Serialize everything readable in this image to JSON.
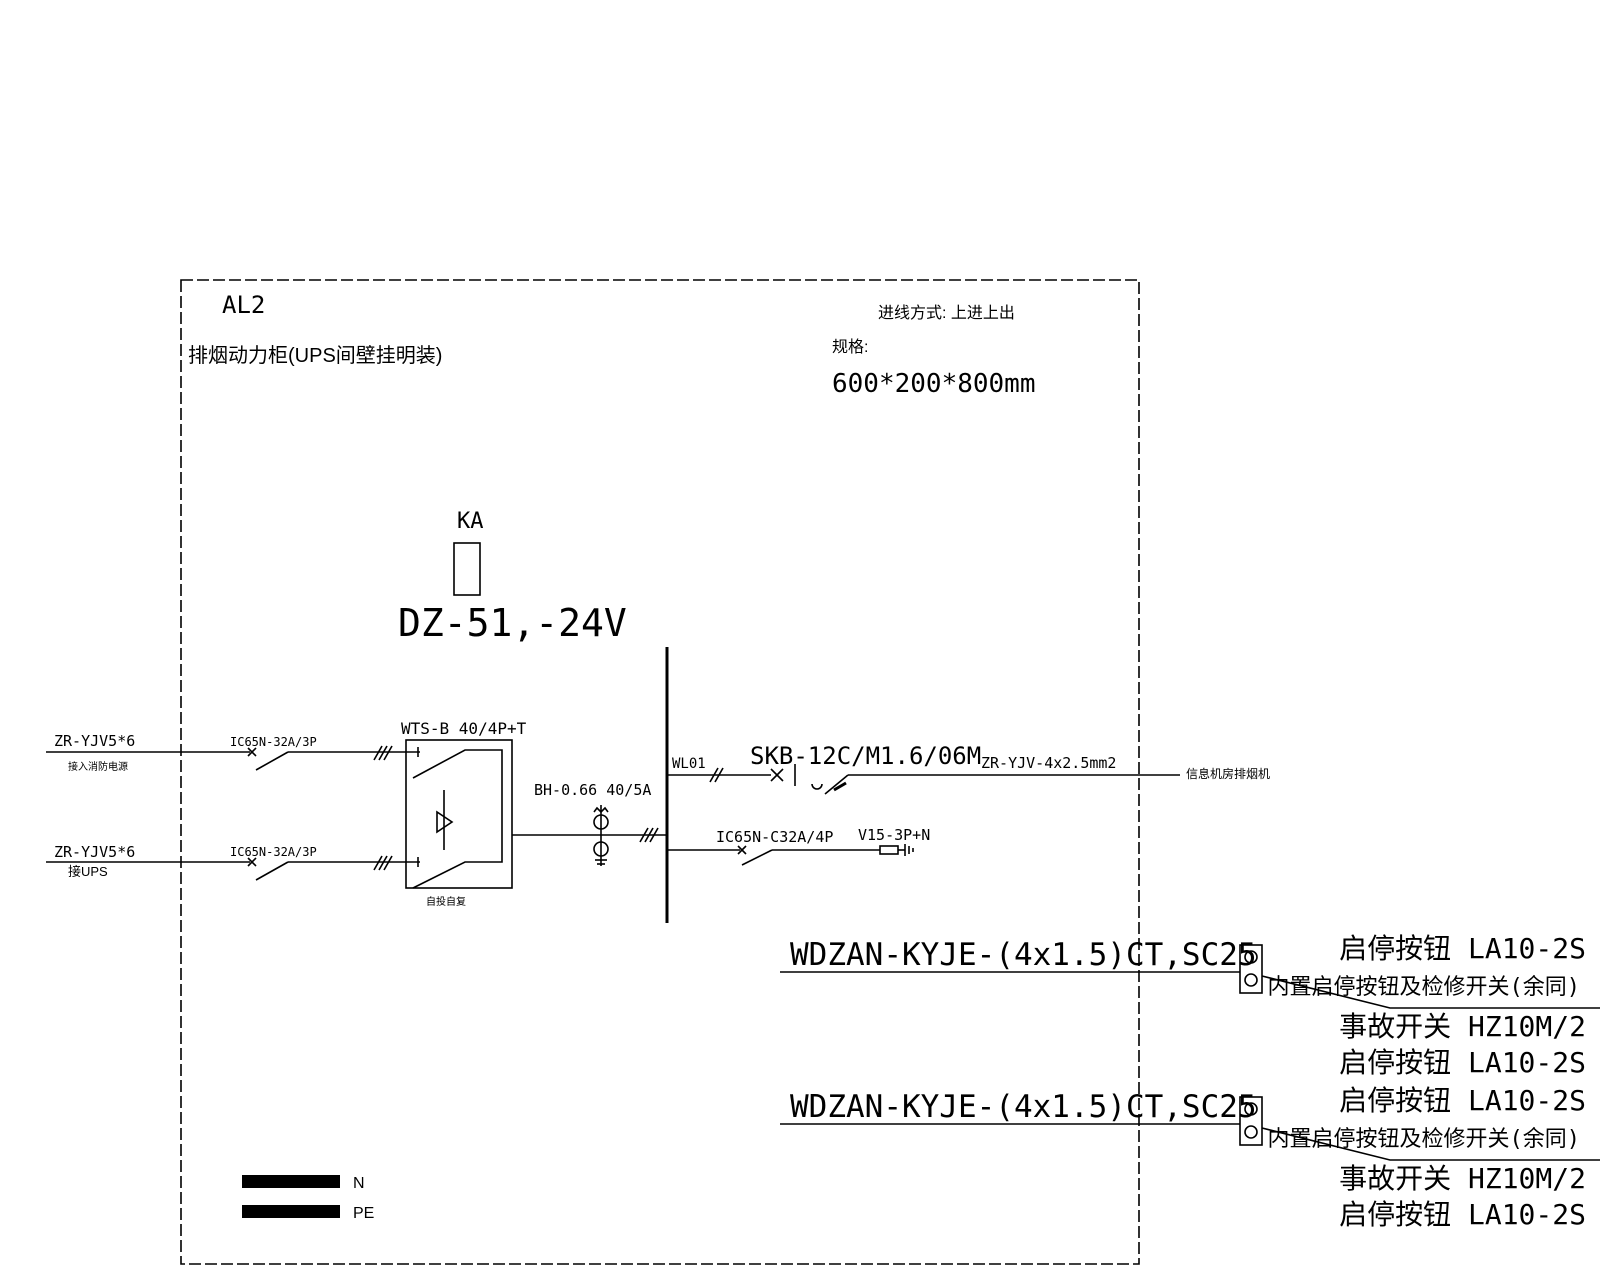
{
  "panel": {
    "id": "AL2",
    "name": "排烟动力柜(UPS间壁挂明装)",
    "inlet_method": "进线方式: 上进上出",
    "spec_label": "规格:",
    "spec_value": "600*200*800mm"
  },
  "relay": {
    "label": "KA",
    "model": "DZ-51,-24V"
  },
  "incomers": [
    {
      "cable": "ZR-YJV5*6",
      "source": "接入消防电源",
      "breaker": "IC65N-32A/3P"
    },
    {
      "cable": "ZR-YJV5*6",
      "source": "接UPS",
      "breaker": "IC65N-32A/3P"
    }
  ],
  "ats": {
    "model": "WTS-B 40/4P+T",
    "note": "自投自复"
  },
  "ct": {
    "model": "BH-0.66 40/5A"
  },
  "circuits": [
    {
      "id": "WL01",
      "device": "SKB-12C/M1.6/06M",
      "cable": "ZR-YJV-4x2.5mm2",
      "load": "信息机房排烟机"
    },
    {
      "breaker": "IC65N-C32A/4P",
      "spd": "V15-3P+N"
    }
  ],
  "control_lines": [
    {
      "cable": "WDZAN-KYJE-(4x1.5)CT,SC25",
      "items": [
        "启停按钮 LA10-2S",
        "内置启停按钮及检修开关(余同)",
        "事故开关 HZ10M/2",
        "启停按钮 LA10-2S"
      ]
    },
    {
      "cable": "WDZAN-KYJE-(4x1.5)CT,SC25",
      "items": [
        "启停按钮 LA10-2S",
        "内置启停按钮及检修开关(余同)",
        "事故开关 HZ10M/2",
        "启停按钮 LA10-2S"
      ]
    }
  ],
  "legend": {
    "n": "N",
    "pe": "PE"
  }
}
